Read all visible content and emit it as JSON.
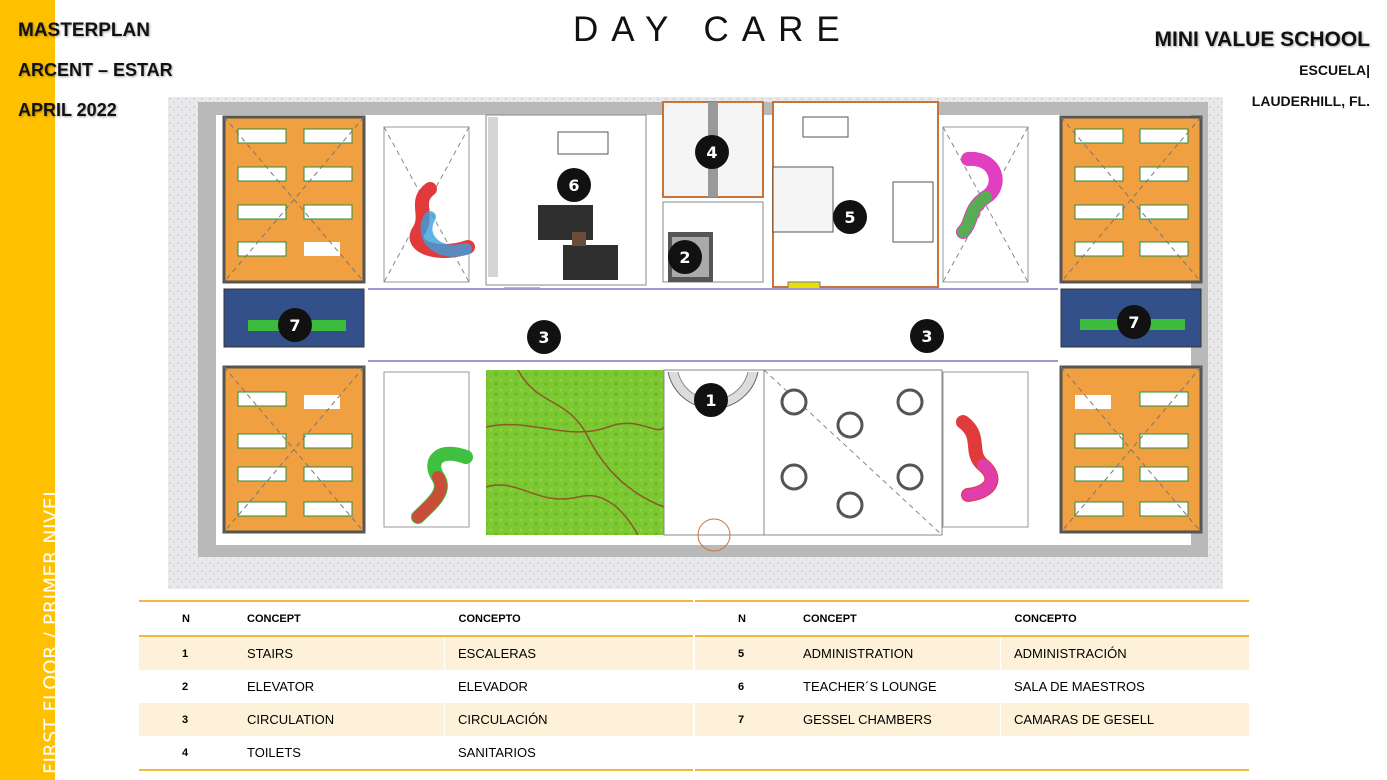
{
  "header": {
    "left_lines": [
      "MASTERPLAN",
      "ARCENT – ESTAR",
      "APRIL 2022"
    ],
    "title": "DAY CARE",
    "school_name": "MINI VALUE SCHOOL",
    "school_type": "ESCUELA|",
    "location": "LAUDERHILL, FL."
  },
  "sidebar": {
    "label": "FIRST FLOOR / PRIMER NIVEL",
    "color": "#ffc000"
  },
  "plan": {
    "markers": [
      {
        "number": "1",
        "concept": "STAIRS"
      },
      {
        "number": "2",
        "concept": "ELEVATOR"
      },
      {
        "number": "3",
        "concept": "CIRCULATION"
      },
      {
        "number": "3",
        "concept": "CIRCULATION"
      },
      {
        "number": "4",
        "concept": "TOILETS"
      },
      {
        "number": "5",
        "concept": "ADMINISTRATION"
      },
      {
        "number": "6",
        "concept": "TEACHER´S LOUNGE"
      },
      {
        "number": "7",
        "concept": "GESSEL CHAMBERS"
      },
      {
        "number": "7",
        "concept": "GESSEL CHAMBERS"
      }
    ],
    "colors": {
      "classroom": "#f0a040",
      "garden": "#7cc832",
      "gesell": "#34508a",
      "accent": "#ffc000"
    }
  },
  "legend": {
    "headers": {
      "n": "N",
      "concept": "CONCEPT",
      "concepto": "CONCEPTO"
    },
    "left": [
      {
        "n": "1",
        "concept": "STAIRS",
        "concepto": "ESCALERAS"
      },
      {
        "n": "2",
        "concept": "ELEVATOR",
        "concepto": "ELEVADOR"
      },
      {
        "n": "3",
        "concept": "CIRCULATION",
        "concepto": "CIRCULACIÓN"
      },
      {
        "n": "4",
        "concept": "TOILETS",
        "concepto": "SANITARIOS"
      }
    ],
    "right": [
      {
        "n": "5",
        "concept": "ADMINISTRATION",
        "concepto": "ADMINISTRACIÓN"
      },
      {
        "n": "6",
        "concept": "TEACHER´S LOUNGE",
        "concepto": "SALA DE MAESTROS"
      },
      {
        "n": "7",
        "concept": "GESSEL CHAMBERS",
        "concepto": "CAMARAS DE GESELL"
      }
    ]
  }
}
